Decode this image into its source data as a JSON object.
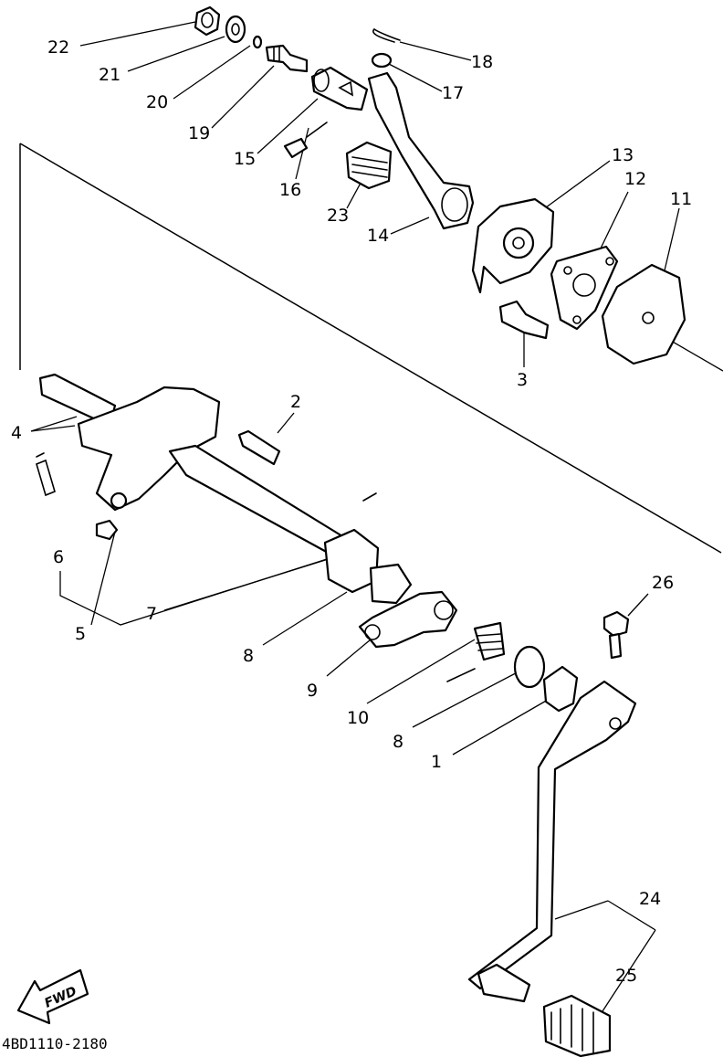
{
  "diagram_code": "4BD1110-2180",
  "direction_label": "FWD",
  "callouts": [
    "22",
    "21",
    "20",
    "19",
    "15",
    "16",
    "18",
    "17",
    "23",
    "14",
    "13",
    "12",
    "11",
    "3",
    "2",
    "4",
    "6",
    "5",
    "7",
    "8",
    "9",
    "10",
    "8",
    "1",
    "26",
    "24",
    "25"
  ]
}
